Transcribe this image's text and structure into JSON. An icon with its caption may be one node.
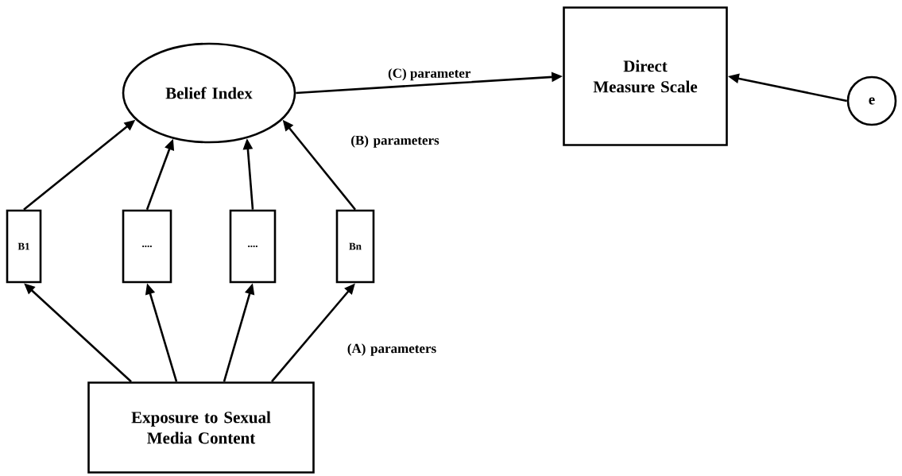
{
  "diagram": {
    "nodes": [
      {
        "text": [
          "Belief Index"
        ]
      },
      {
        "text": [
          "Direct Measure Scale"
        ]
      },
      {
        "text": [
          "e"
        ]
      },
      {
        "text": [
          "B1"
        ]
      },
      {
        "text": [
          "...."
        ]
      },
      {
        "text": [
          "...."
        ]
      },
      {
        "text": [
          "Bn"
        ]
      },
      {
        "text": [
          "Exposure to Sexual Media Content"
        ]
      }
    ],
    "edges": [
      {
        "from": 0,
        "to": 1,
        "arrow": "to",
        "label": "(C) parameter"
      },
      {
        "from": 2,
        "to": 1,
        "arrow": "to"
      },
      {
        "from": 3,
        "to": 0,
        "arrow": "to"
      },
      {
        "from": 4,
        "to": 0,
        "arrow": "to"
      },
      {
        "from": 5,
        "to": 0,
        "arrow": "to"
      },
      {
        "from": 6,
        "to": 0,
        "arrow": "to"
      },
      {
        "from": 7,
        "to": 3,
        "arrow": "to"
      },
      {
        "from": 7,
        "to": 4,
        "arrow": "to"
      },
      {
        "from": 7,
        "to": 5,
        "arrow": "to"
      },
      {
        "from": 7,
        "to": 6,
        "arrow": "to"
      }
    ],
    "labels": [
      "(B) parameters",
      "(A) parameters"
    ]
  }
}
